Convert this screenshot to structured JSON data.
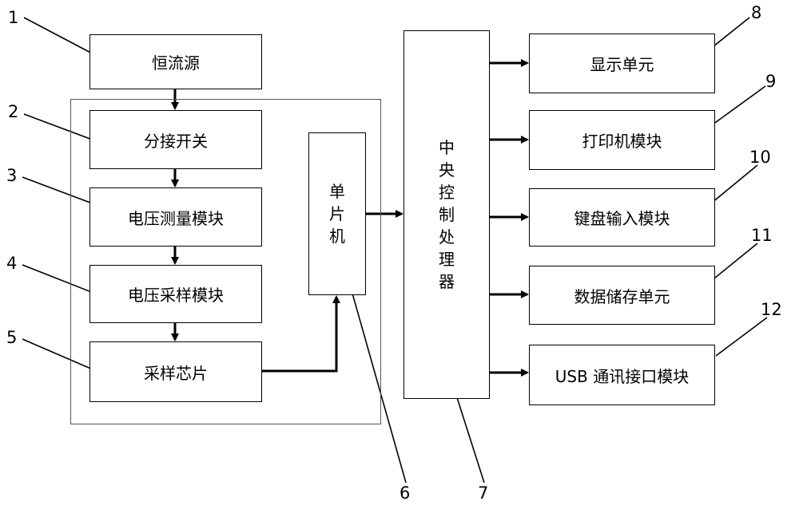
{
  "blocks": {
    "constant_current": "恒流源",
    "shunt_switch": "分接开关",
    "voltage_measure": "电压测量模块",
    "voltage_sample": "电压采样模块",
    "sampling_chip": "采样芯片",
    "mcu": "单\n片\n机",
    "cpu": "中\n央\n控\n制\n处\n理\n器",
    "display": "显示单元",
    "printer": "打印机模块",
    "keyboard": "键盘输入模块",
    "storage": "数据储存单元",
    "usb": "USB 通讯接口模块"
  },
  "labels": [
    "1",
    "2",
    "3",
    "4",
    "5",
    "6",
    "7",
    "8",
    "9",
    "10",
    "11",
    "12"
  ]
}
